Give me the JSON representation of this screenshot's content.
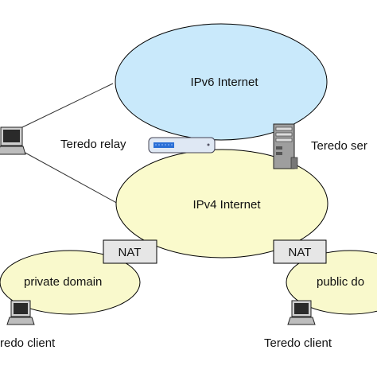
{
  "colors": {
    "ipv6_cloud": "#c9e9fb",
    "ipv4_cloud": "#fafacc",
    "domain_cloud": "#f9f9cc",
    "nat_box": "#e6e6e6",
    "relay_device": "#dfe8f4",
    "relay_lights": "#2a6fd6",
    "server": "#9e9e9e"
  },
  "labels": {
    "ipv6": "IPv6 Internet",
    "ipv4": "IPv4 Internet",
    "teredo_relay": "Teredo relay",
    "teredo_server": "Teredo ser",
    "nat_left": "NAT",
    "nat_right": "NAT",
    "private_domain": "private domain",
    "public_domain": "public do",
    "client_left": "redo client",
    "client_right": "Teredo client"
  },
  "icons": {
    "left_host": "laptop-icon",
    "relay": "router-icon",
    "server": "server-tower-icon",
    "client_left": "laptop-icon",
    "client_right": "laptop-icon"
  }
}
